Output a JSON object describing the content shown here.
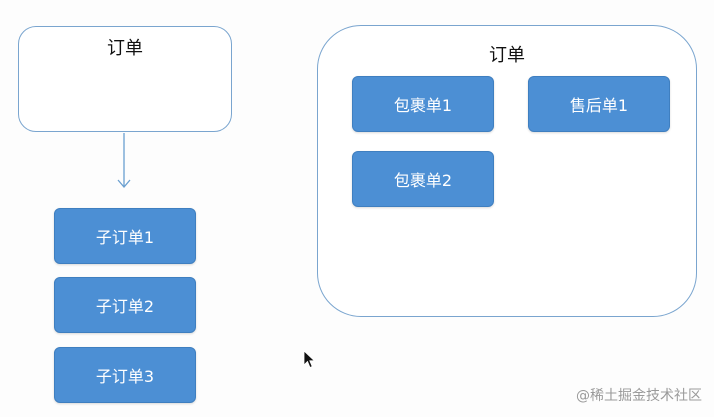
{
  "left_group": {
    "order_title": "订单",
    "sub_orders": [
      {
        "label": "子订单1"
      },
      {
        "label": "子订单2"
      },
      {
        "label": "子订单3"
      }
    ]
  },
  "right_group": {
    "title": "订单",
    "items": [
      {
        "label": "包裹单1"
      },
      {
        "label": "售后单1"
      },
      {
        "label": "包裹单2"
      }
    ]
  },
  "watermark": "@稀土掘金技术社区",
  "colors": {
    "node_fill": "#4c8fd4",
    "outline": "#7aa5cf",
    "arrow": "#6a9fd0"
  },
  "icons": {
    "cursor": "mouse-pointer-icon",
    "arrow": "arrow-down-icon"
  }
}
